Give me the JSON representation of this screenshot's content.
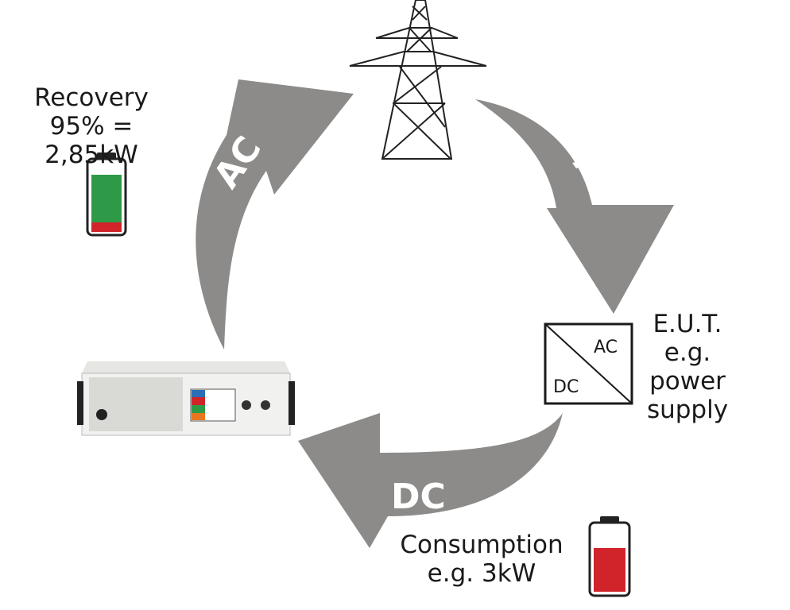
{
  "recovery": {
    "title": "Recovery",
    "value": "95% = 2,85kW",
    "battery_level": 0.85,
    "battery_color": "#2e9a48",
    "battery_low_color": "#d0242a"
  },
  "consumption": {
    "title": "Consumption",
    "value": "e.g. 3kW",
    "battery_level": 0.55,
    "battery_color": "#d0242a"
  },
  "eut": {
    "lines": [
      "E.U.T.",
      "e.g.",
      "power",
      "supply"
    ],
    "symbol_top": "AC",
    "symbol_bottom": "DC"
  },
  "arrows": {
    "left": "AC",
    "right": "AC",
    "bottom": "DC",
    "color": "#8c8b89"
  },
  "grid_icon": "power-transmission-tower-icon",
  "device_icon": "rack-power-supply-device"
}
